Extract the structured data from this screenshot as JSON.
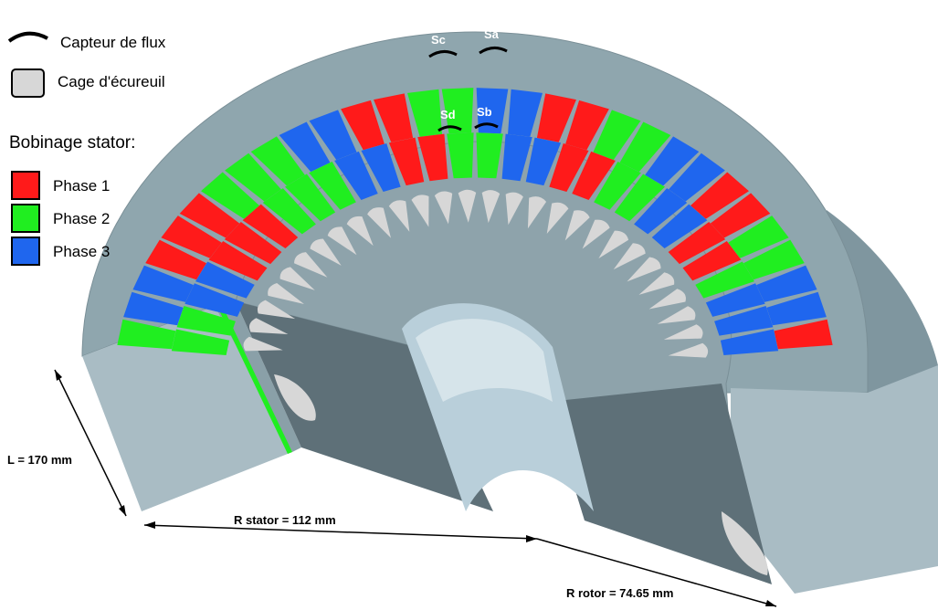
{
  "legend": {
    "sensor_label": "Capteur de flux",
    "cage_label": "Cage d'écureuil",
    "winding_title": "Bobinage stator:",
    "phases": [
      {
        "label": "Phase 1",
        "color": "#ff1a1a"
      },
      {
        "label": "Phase 2",
        "color": "#20ee20"
      },
      {
        "label": "Phase 3",
        "color": "#1f66ee"
      }
    ]
  },
  "sensors": {
    "sa": "Sa",
    "sb": "Sb",
    "sc": "Sc",
    "sd": "Sd"
  },
  "dimensions": {
    "length": "L = 170 mm",
    "stator_radius": "R stator = 112 mm",
    "rotor_radius": "R rotor = 74.65 mm"
  },
  "colors": {
    "stator_face": "#8fa6ae",
    "rotor_face": "#8ea3ab",
    "cut_face": "#a9bcc4",
    "shadow_face": "#5e7078",
    "bore": "#b9cfda",
    "rotor_bar": "#d7d7d7"
  }
}
